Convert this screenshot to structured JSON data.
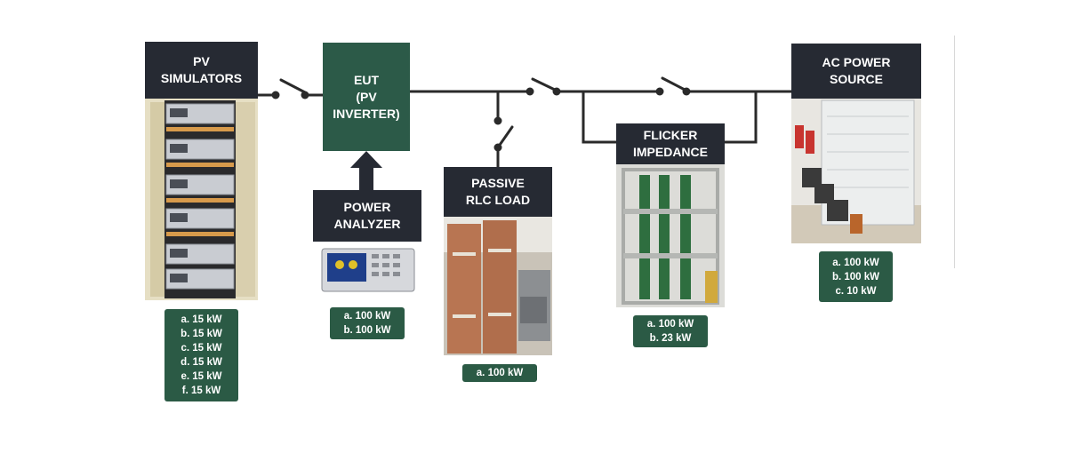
{
  "pv_simulators": {
    "title_line1": "PV",
    "title_line2": "SIMULATORS",
    "ratings": [
      "a. 15 kW",
      "b. 15 kW",
      "c. 15 kW",
      "d. 15 kW",
      "e. 15 kW",
      "f. 15 kW"
    ]
  },
  "eut": {
    "line1": "EUT",
    "line2": "(PV",
    "line3": "INVERTER)"
  },
  "power_analyzer": {
    "title_line1": "POWER",
    "title_line2": "ANALYZER",
    "ratings": [
      "a. 100 kW",
      "b. 100 kW"
    ]
  },
  "passive_load": {
    "title_line1": "PASSIVE",
    "title_line2": "RLC LOAD",
    "ratings": [
      "a. 100 kW"
    ]
  },
  "flicker_impedance": {
    "title_line1": "FLICKER",
    "title_line2": "IMPEDANCE",
    "ratings": [
      "a. 100 kW",
      "b. 23 kW"
    ]
  },
  "ac_power_source": {
    "title_line1": "AC POWER",
    "title_line2": "SOURCE",
    "ratings": [
      "a. 100 kW",
      "b. 100 kW",
      "c. 10 kW"
    ]
  },
  "colors": {
    "label_bg": "#262a33",
    "spec_bg": "#2b5a45",
    "eut_bg": "#2c5a48",
    "wire": "#2a2a2a"
  }
}
